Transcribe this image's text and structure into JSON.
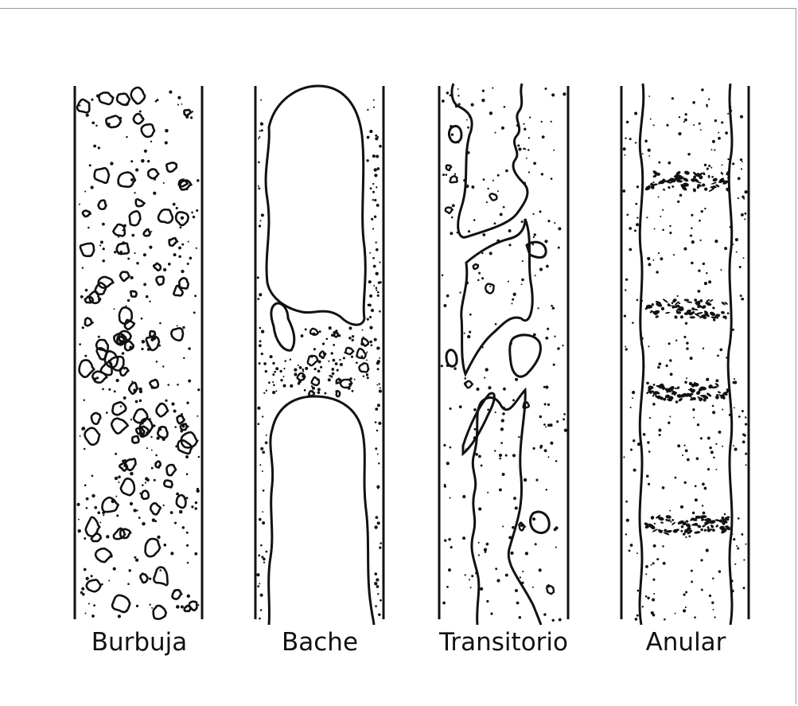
{
  "panels": [
    {
      "id": "burbuja",
      "label": "Burbuja"
    },
    {
      "id": "bache",
      "label": "Bache"
    },
    {
      "id": "transitorio",
      "label": "Transitorio"
    },
    {
      "id": "anular",
      "label": "Anular"
    }
  ],
  "colors": {
    "ink": "#111111",
    "background": "#ffffff",
    "frame": "#9a9a9a"
  }
}
